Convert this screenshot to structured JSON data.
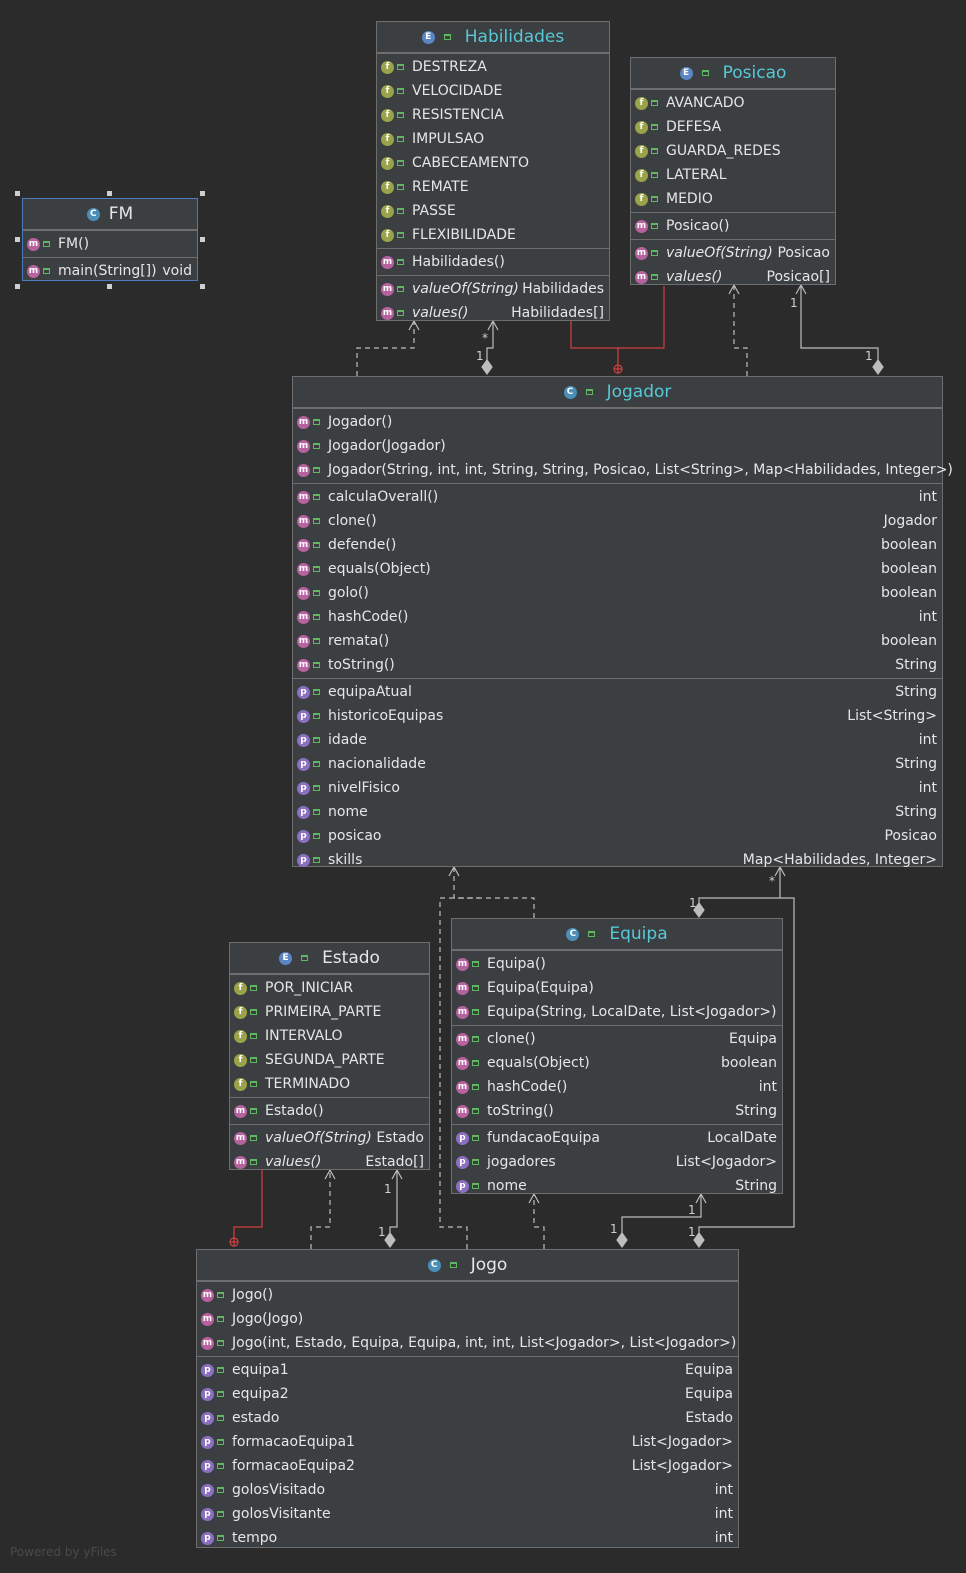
{
  "classes": {
    "fm": {
      "name": "FM",
      "methods": [
        {
          "name": "FM()",
          "type": ""
        },
        {
          "name": "main(String[])",
          "type": "void"
        }
      ]
    },
    "habilidades": {
      "name": "Habilidades",
      "constants": [
        "DESTREZA",
        "VELOCIDADE",
        "RESISTENCIA",
        "IMPULSAO",
        "CABECEAMENTO",
        "REMATE",
        "PASSE",
        "FLEXIBILIDADE"
      ],
      "constructor": "Habilidades()",
      "static_methods": [
        {
          "name": "valueOf(String)",
          "type": "Habilidades"
        },
        {
          "name": "values()",
          "type": "Habilidades[]"
        }
      ]
    },
    "posicao": {
      "name": "Posicao",
      "constants": [
        "AVANCADO",
        "DEFESA",
        "GUARDA_REDES",
        "LATERAL",
        "MEDIO"
      ],
      "constructor": "Posicao()",
      "static_methods": [
        {
          "name": "valueOf(String)",
          "type": "Posicao"
        },
        {
          "name": "values()",
          "type": "Posicao[]"
        }
      ]
    },
    "jogador": {
      "name": "Jogador",
      "constructors": [
        "Jogador()",
        "Jogador(Jogador)",
        "Jogador(String, int, int, String, String, Posicao, List<String>, Map<Habilidades, Integer>)"
      ],
      "methods": [
        {
          "name": "calculaOverall()",
          "type": "int"
        },
        {
          "name": "clone()",
          "type": "Jogador"
        },
        {
          "name": "defende()",
          "type": "boolean"
        },
        {
          "name": "equals(Object)",
          "type": "boolean"
        },
        {
          "name": "golo()",
          "type": "boolean"
        },
        {
          "name": "hashCode()",
          "type": "int"
        },
        {
          "name": "remata()",
          "type": "boolean"
        },
        {
          "name": "toString()",
          "type": "String"
        }
      ],
      "properties": [
        {
          "name": "equipaAtual",
          "type": "String"
        },
        {
          "name": "historicoEquipas",
          "type": "List<String>"
        },
        {
          "name": "idade",
          "type": "int"
        },
        {
          "name": "nacionalidade",
          "type": "String"
        },
        {
          "name": "nivelFisico",
          "type": "int"
        },
        {
          "name": "nome",
          "type": "String"
        },
        {
          "name": "posicao",
          "type": "Posicao"
        },
        {
          "name": "skills",
          "type": "Map<Habilidades, Integer>"
        }
      ]
    },
    "estado": {
      "name": "Estado",
      "constants": [
        "POR_INICIAR",
        "PRIMEIRA_PARTE",
        "INTERVALO",
        "SEGUNDA_PARTE",
        "TERMINADO"
      ],
      "constructor": "Estado()",
      "static_methods": [
        {
          "name": "valueOf(String)",
          "type": "Estado"
        },
        {
          "name": "values()",
          "type": "Estado[]"
        }
      ]
    },
    "equipa": {
      "name": "Equipa",
      "constructors": [
        "Equipa()",
        "Equipa(Equipa)",
        "Equipa(String, LocalDate, List<Jogador>)"
      ],
      "methods": [
        {
          "name": "clone()",
          "type": "Equipa"
        },
        {
          "name": "equals(Object)",
          "type": "boolean"
        },
        {
          "name": "hashCode()",
          "type": "int"
        },
        {
          "name": "toString()",
          "type": "String"
        }
      ],
      "properties": [
        {
          "name": "fundacaoEquipa",
          "type": "LocalDate"
        },
        {
          "name": "jogadores",
          "type": "List<Jogador>"
        },
        {
          "name": "nome",
          "type": "String"
        }
      ]
    },
    "jogo": {
      "name": "Jogo",
      "constructors": [
        "Jogo()",
        "Jogo(Jogo)",
        "Jogo(int, Estado, Equipa, Equipa, int, int, List<Jogador>, List<Jogador>)"
      ],
      "properties": [
        {
          "name": "equipa1",
          "type": "Equipa"
        },
        {
          "name": "equipa2",
          "type": "Equipa"
        },
        {
          "name": "estado",
          "type": "Estado"
        },
        {
          "name": "formacaoEquipa1",
          "type": "List<Jogador>"
        },
        {
          "name": "formacaoEquipa2",
          "type": "List<Jogador>"
        },
        {
          "name": "golosVisitado",
          "type": "int"
        },
        {
          "name": "golosVisitante",
          "type": "int"
        },
        {
          "name": "tempo",
          "type": "int"
        }
      ]
    }
  },
  "edge_labels": {
    "habilidades_star": "*",
    "habilidades_one": "1",
    "posicao_one_top": "1",
    "posicao_one_bottom": "1",
    "equipa_jogador_one": "1",
    "equipa_jogador_star": "*",
    "estado_one_top": "1",
    "estado_one_bottom": "1",
    "jogo_equipa_one_a": "1",
    "jogo_equipa_one_b": "1",
    "jogo_equipa_one_c": "1"
  },
  "icons": {
    "method": "m",
    "field": "f",
    "property": "p",
    "enum": "E",
    "class": "C"
  },
  "colors": {
    "background": "#2b2b2b",
    "box": "#3c3f41",
    "title_accent": "#56c8d8",
    "nested_edge": "#d04040"
  },
  "footer": "Powered by yFiles"
}
